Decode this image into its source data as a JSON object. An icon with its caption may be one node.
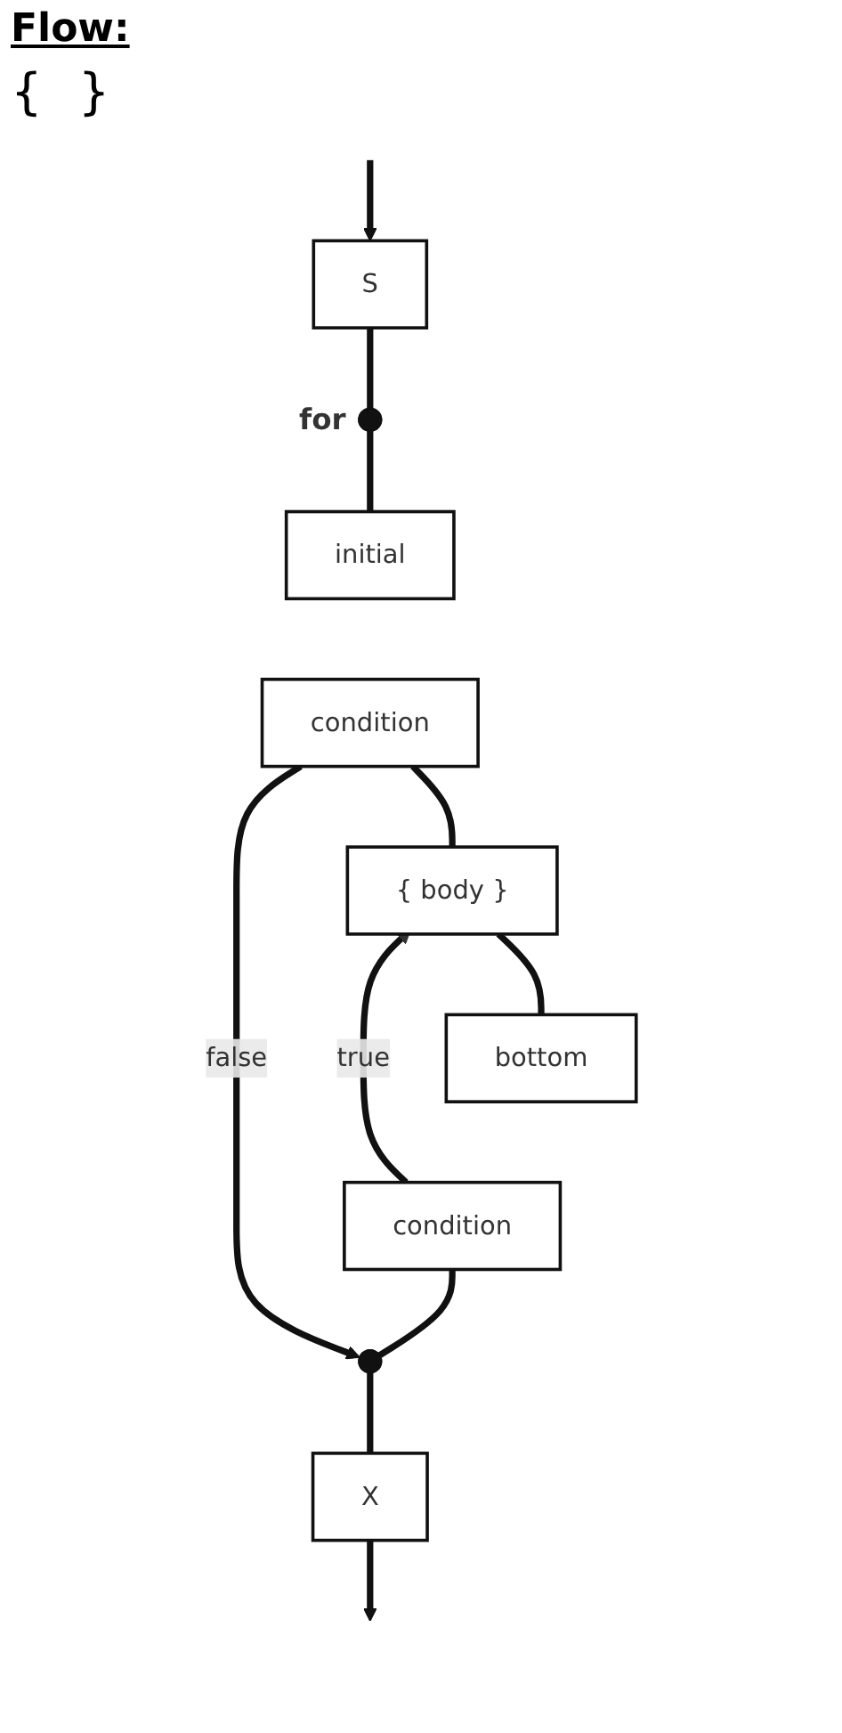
{
  "diagram": {
    "title": "Flow:",
    "nodes": [
      {
        "text": [
          "S"
        ]
      },
      {
        "text": [],
        "shape": "circle",
        "beside": [
          "for"
        ]
      },
      {
        "text": [
          "initial"
        ]
      },
      {
        "text": [
          "condition"
        ]
      },
      {
        "text": [
          "{ body }"
        ]
      },
      {
        "text": [
          "bottom"
        ]
      },
      {
        "text": [
          "condition"
        ]
      },
      {
        "text": [],
        "shape": "circle"
      },
      {
        "text": [
          "X"
        ]
      }
    ],
    "edges": [
      {
        "from": null,
        "to": 0,
        "arrow": "to"
      },
      {
        "from": 0,
        "to": 1,
        "arrow": "none"
      },
      {
        "from": 1,
        "to": 2,
        "arrow": "none"
      },
      {
        "from": 3,
        "to": 4,
        "arrow": "none"
      },
      {
        "from": 3,
        "to": 7,
        "arrow": "to",
        "label": "false"
      },
      {
        "from": 4,
        "to": 5,
        "arrow": "none"
      },
      {
        "from": 6,
        "to": 4,
        "arrow": "to",
        "label": "true"
      },
      {
        "from": 6,
        "to": 7,
        "arrow": "none"
      },
      {
        "from": 7,
        "to": 8,
        "arrow": "none"
      },
      {
        "from": 8,
        "to": null,
        "arrow": "to"
      }
    ],
    "labels": [
      "{",
      "}"
    ]
  }
}
